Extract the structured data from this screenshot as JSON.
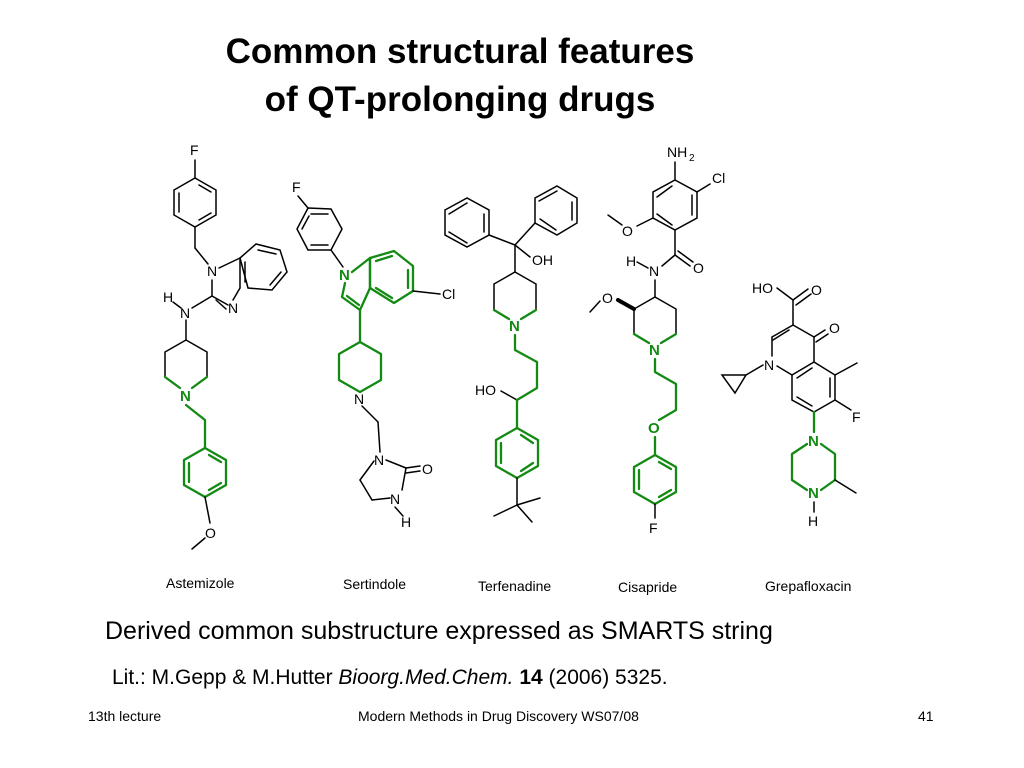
{
  "slide": {
    "title_line1": "Common structural features",
    "title_line2": "of QT-prolonging drugs",
    "molecules": [
      "Astemizole",
      "Sertindole",
      "Terfenadine",
      "Cisapride",
      "Grepafloxacin"
    ],
    "caption": "Derived common substructure expressed as SMARTS string",
    "reference": {
      "prefix": "Lit.: M.Gepp & M.Hutter ",
      "journal": "Bioorg.Med.Chem.",
      "volume": "14",
      "suffix": " (2006) 5325."
    },
    "footer": {
      "left": "13th lecture",
      "center": "Modern Methods in Drug Discovery WS07/08",
      "page": "41"
    }
  },
  "atom_labels": {
    "F": "F",
    "N": "N",
    "H": "H",
    "O": "O",
    "Cl": "Cl",
    "OH": "OH",
    "HO": "HO",
    "NH": "NH",
    "sub2": "2"
  },
  "colors": {
    "highlight": "#138a13",
    "bond": "#000000"
  }
}
